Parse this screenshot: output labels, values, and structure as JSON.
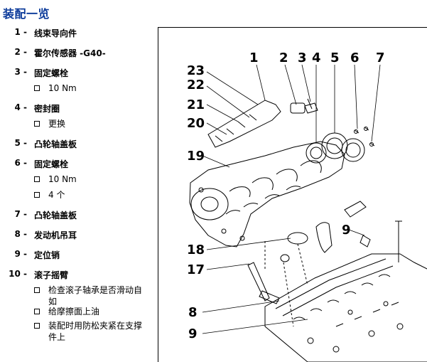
{
  "title": "装配一览",
  "items": [
    {
      "num": "1",
      "label": "线束导向件",
      "subs": []
    },
    {
      "num": "2",
      "label": "霍尔传感器 -G40-",
      "subs": []
    },
    {
      "num": "3",
      "label": "固定螺栓",
      "subs": [
        "10 Nm"
      ]
    },
    {
      "num": "4",
      "label": "密封圈",
      "subs": [
        "更换"
      ]
    },
    {
      "num": "5",
      "label": "凸轮轴盖板",
      "subs": []
    },
    {
      "num": "6",
      "label": "固定螺栓",
      "subs": [
        "10 Nm",
        "4 个"
      ]
    },
    {
      "num": "7",
      "label": "凸轮轴盖板",
      "subs": []
    },
    {
      "num": "8",
      "label": "发动机吊耳",
      "subs": []
    },
    {
      "num": "9",
      "label": "定位销",
      "subs": []
    },
    {
      "num": "10",
      "label": "滚子摇臂",
      "subs": [
        "检查滚子轴承是否滑动自如",
        "给摩擦面上油",
        "装配时用防松夹紧在支撑件上"
      ]
    }
  ],
  "figure": {
    "callouts": [
      "1",
      "2",
      "3",
      "4",
      "5",
      "6",
      "7",
      "23",
      "22",
      "21",
      "20",
      "19",
      "18",
      "17",
      "8",
      "9",
      "9"
    ]
  }
}
